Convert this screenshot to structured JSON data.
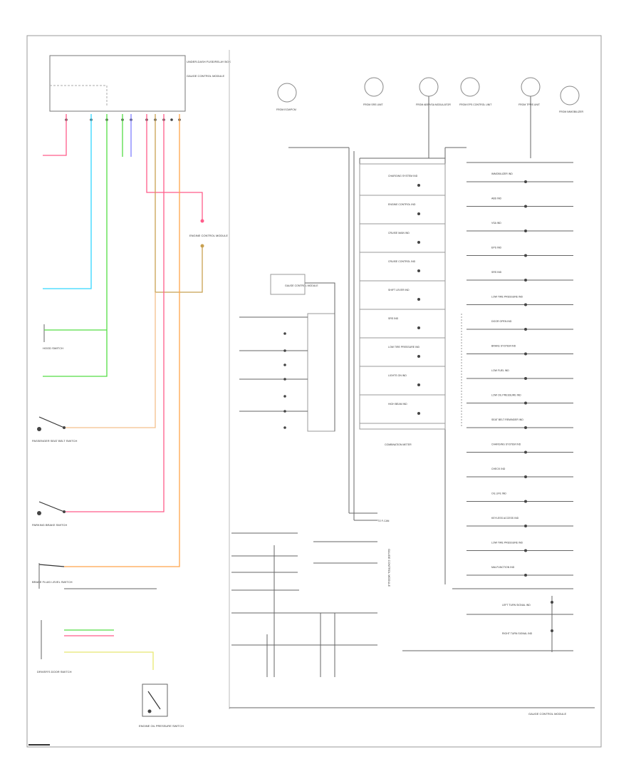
{
  "colors": {
    "frame": "#888888",
    "line": "#666666",
    "pink": "#ff5c8a",
    "cyan": "#33d6ff",
    "green": "#55dd44",
    "violet": "#8080ff",
    "orange": "#ffa54a",
    "tan": "#c8a050",
    "peach": "#f3c08c",
    "yellow": "#e8e870"
  },
  "left_panel": {
    "fuse_box_label": "UNDER-DASH FUSE/RELAY BOX",
    "combination_meter_label": "GAUGE CONTROL MODULE",
    "labels": [
      "HOOD SWITCH",
      "PASSENGER SEAT BELT SWITCH",
      "PARKING BRAKE SWITCH",
      "BRAKE FLUID LEVEL SWITCH",
      "DRIVER'S DOOR SWITCH",
      "ENGINE OIL PRESSURE SWITCH",
      "ENGINE CONTROL MODULE"
    ]
  },
  "center_panel": {
    "top_connectors": [
      "FROM ECM/PCM",
      "FROM SRS UNIT",
      "FROM ABS/VSA MODULATOR",
      "FROM EPS CONTROL UNIT",
      "FROM TPMS UNIT",
      "FROM IMMOBILIZER"
    ],
    "left_indicators": [
      "CHARGING SYSTEM IND",
      "ENGINE CONTROL IND",
      "CRUISE MAIN IND",
      "CRUISE CONTROL IND",
      "SHIFT LEVER IND",
      "SRS IND",
      "LOW TIRE PRESSURE IND",
      "LIGHTS ON IND",
      "HIGH BEAM IND"
    ],
    "right_indicators": [
      "IMMOBILIZER IND",
      "ABS IND",
      "VSA IND",
      "EPS IND",
      "SRS IND",
      "LOW TIRE PRESSURE IND",
      "DOOR OPEN IND",
      "BRAKE SYSTEM IND",
      "LOW FUEL IND",
      "LOW OIL PRESSURE IND",
      "SEAT BELT REMINDER IND",
      "CHARGING SYSTEM IND",
      "CHECK IND",
      "OIL LIFE IND",
      "KEYLESS ACCESS IND",
      "LOW TIRE PRESSURE IND",
      "MALFUNCTION IND"
    ],
    "turn_indicators": [
      "LEFT TURN SIGNAL IND",
      "RIGHT TURN SIGNAL IND"
    ],
    "sub_labels": [
      "GAUGE CONTROL MODULE",
      "TO F-CAN",
      "COMBINATION METER"
    ],
    "footer_label": "GAUGE CONTROL MODULE"
  }
}
